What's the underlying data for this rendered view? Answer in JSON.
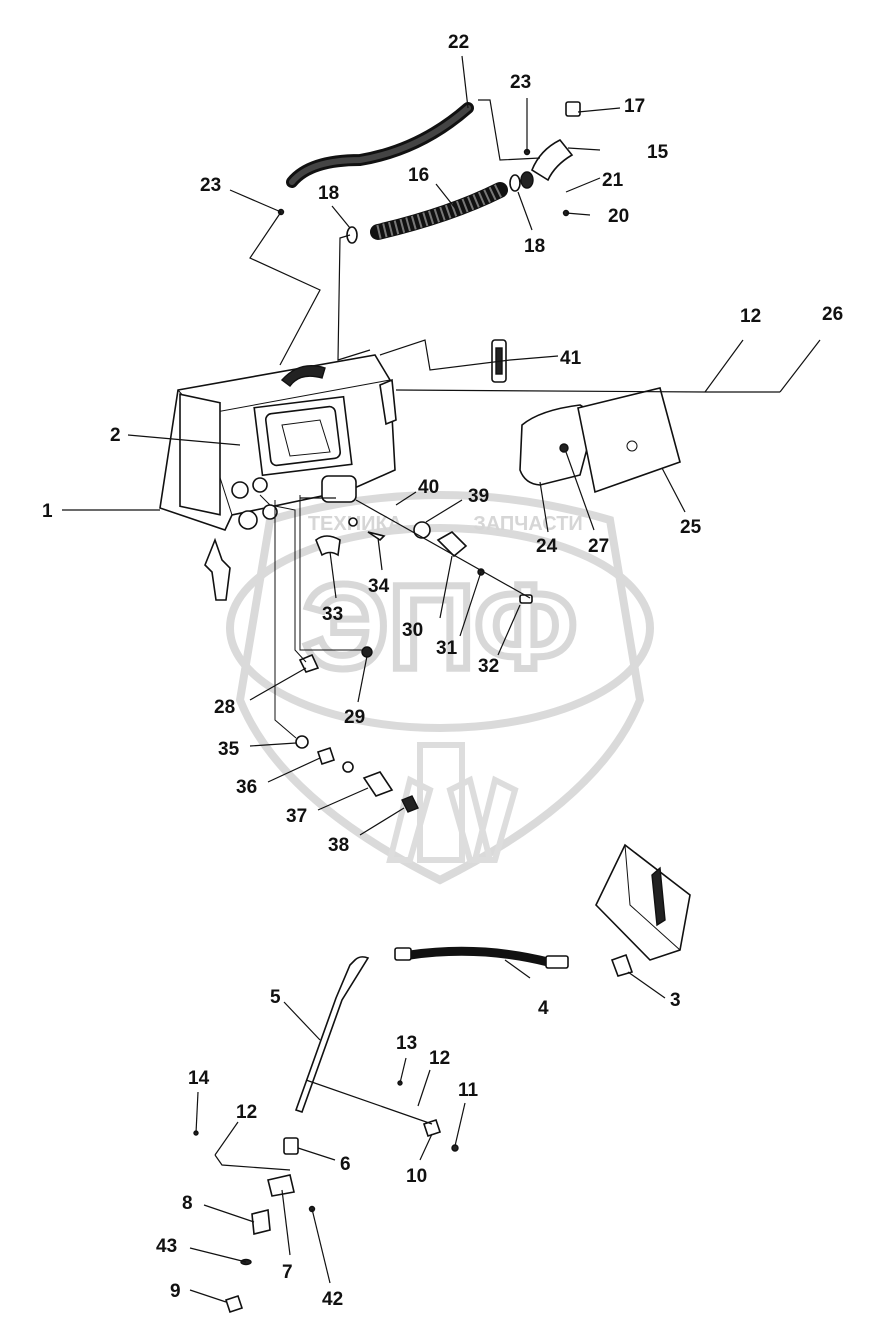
{
  "watermark": {
    "logo_text": "ЭПФ",
    "left_text": "ТЕХНИКА",
    "right_text": "ЗАПЧАСТИ"
  },
  "callouts": [
    {
      "id": "c1",
      "label": "1"
    },
    {
      "id": "c2",
      "label": "2"
    },
    {
      "id": "c3",
      "label": "3"
    },
    {
      "id": "c4",
      "label": "4"
    },
    {
      "id": "c5",
      "label": "5"
    },
    {
      "id": "c6",
      "label": "6"
    },
    {
      "id": "c7",
      "label": "7"
    },
    {
      "id": "c8",
      "label": "8"
    },
    {
      "id": "c9",
      "label": "9"
    },
    {
      "id": "c10",
      "label": "10"
    },
    {
      "id": "c11",
      "label": "11"
    },
    {
      "id": "c12a",
      "label": "12"
    },
    {
      "id": "c12b",
      "label": "12"
    },
    {
      "id": "c12c",
      "label": "12"
    },
    {
      "id": "c13",
      "label": "13"
    },
    {
      "id": "c14",
      "label": "14"
    },
    {
      "id": "c15",
      "label": "15"
    },
    {
      "id": "c16",
      "label": "16"
    },
    {
      "id": "c17",
      "label": "17"
    },
    {
      "id": "c18a",
      "label": "18"
    },
    {
      "id": "c18b",
      "label": "18"
    },
    {
      "id": "c20",
      "label": "20"
    },
    {
      "id": "c21",
      "label": "21"
    },
    {
      "id": "c22",
      "label": "22"
    },
    {
      "id": "c23a",
      "label": "23"
    },
    {
      "id": "c23b",
      "label": "23"
    },
    {
      "id": "c24",
      "label": "24"
    },
    {
      "id": "c25",
      "label": "25"
    },
    {
      "id": "c26",
      "label": "26"
    },
    {
      "id": "c27",
      "label": "27"
    },
    {
      "id": "c28",
      "label": "28"
    },
    {
      "id": "c29",
      "label": "29"
    },
    {
      "id": "c30",
      "label": "30"
    },
    {
      "id": "c31",
      "label": "31"
    },
    {
      "id": "c32",
      "label": "32"
    },
    {
      "id": "c33",
      "label": "33"
    },
    {
      "id": "c34",
      "label": "34"
    },
    {
      "id": "c35",
      "label": "35"
    },
    {
      "id": "c36",
      "label": "36"
    },
    {
      "id": "c37",
      "label": "37"
    },
    {
      "id": "c38",
      "label": "38"
    },
    {
      "id": "c39",
      "label": "39"
    },
    {
      "id": "c40",
      "label": "40"
    },
    {
      "id": "c41",
      "label": "41"
    },
    {
      "id": "c42",
      "label": "42"
    },
    {
      "id": "c43",
      "label": "43"
    }
  ]
}
